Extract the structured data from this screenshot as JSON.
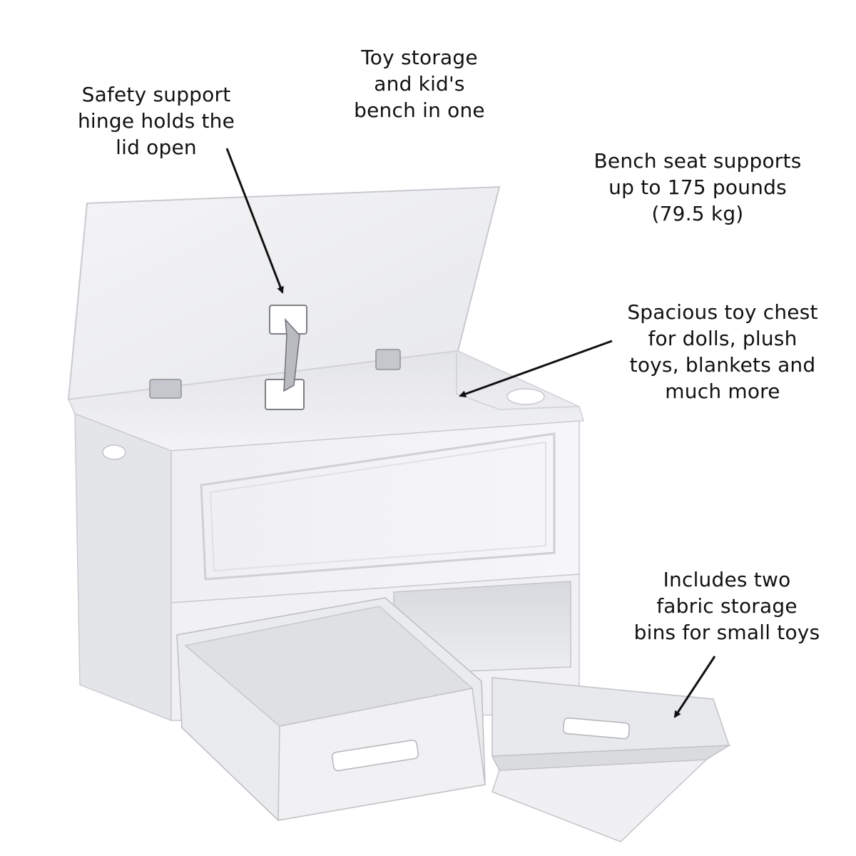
{
  "callouts": {
    "toy_storage": "Toy storage\nand kid's\nbench in one",
    "safety_hinge": "Safety support\nhinge holds the\nlid open",
    "bench_seat": "Bench seat supports\nup to 175 pounds\n(79.5 kg)",
    "toy_chest": "Spacious toy chest\nfor dolls, plush\ntoys, blankets and\nmuch more",
    "fabric_bins": "Includes two\nfabric storage\nbins for small toys"
  },
  "colors": {
    "text": "#111111",
    "cabinet": "#f2f2f4",
    "cabinet_shadow": "#dcdde2",
    "fabric": "#e9eaec",
    "hardware": "#a7a9ae"
  }
}
